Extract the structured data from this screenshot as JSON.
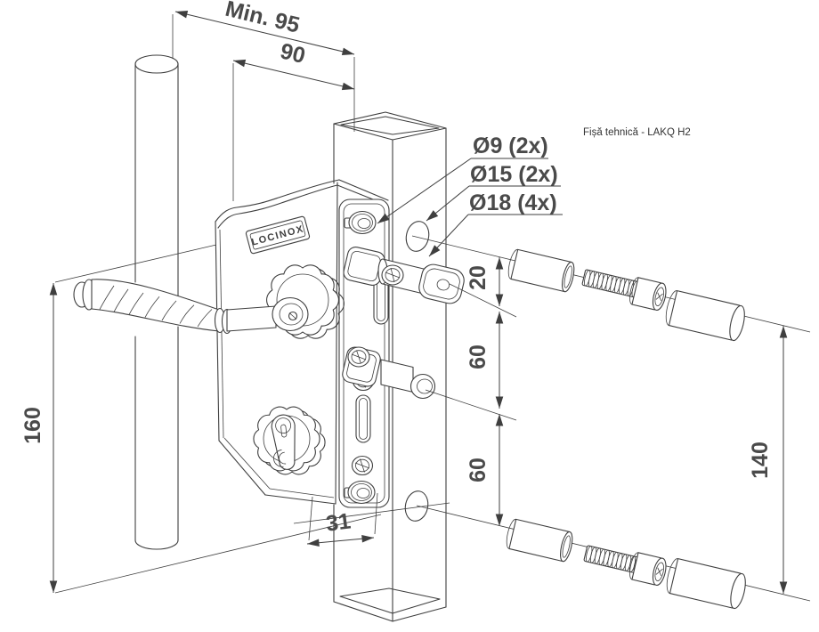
{
  "sheet": {
    "title": "Fișă tehnică - LAKQ H2"
  },
  "lock": {
    "brand": "LOCINOX"
  },
  "dimensions": {
    "top_min_width": "Min. 95",
    "top_width": "90",
    "lock_height": "160",
    "offset_20": "20",
    "offset_60_upper": "60",
    "offset_60_lower": "60",
    "bolt_span": "140",
    "faceplate_width": "31"
  },
  "callouts": {
    "hole_d9": "Ø9 (2x)",
    "hole_d15": "Ø15 (2x)",
    "hole_d18": "Ø18 (4x)"
  },
  "colors": {
    "line": "#3f3f3f",
    "dim_text": "#4a4a4a",
    "background": "#ffffff"
  }
}
